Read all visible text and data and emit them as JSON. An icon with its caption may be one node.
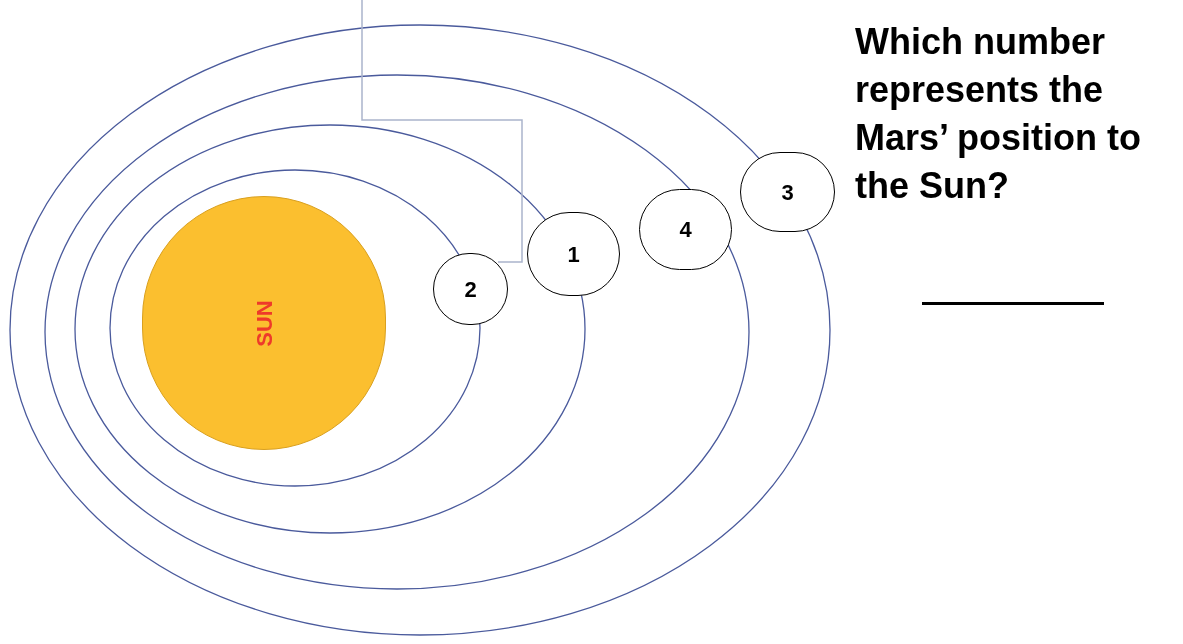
{
  "diagram": {
    "nodes": [
      {
        "text": [
          "SUN"
        ]
      },
      {
        "text": [
          "2"
        ]
      },
      {
        "text": [
          "1"
        ]
      },
      {
        "text": [
          "4"
        ]
      },
      {
        "text": [
          "3"
        ]
      }
    ],
    "labels": [
      "Which number represents the Mars’ position to the Sun?"
    ]
  }
}
